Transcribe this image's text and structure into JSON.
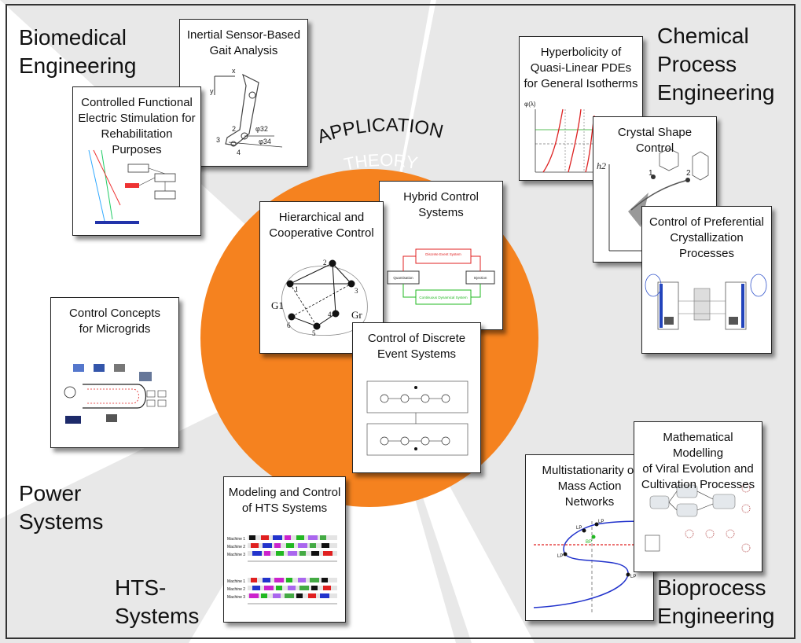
{
  "areas": {
    "biomedical": "Biomedical\nEngineering",
    "chemical": "Chemical\nProcess\nEngineering",
    "power": "Power\nSystems",
    "hts": "HTS-\nSystems",
    "bioprocess": "Bioprocess\nEngineering"
  },
  "center": {
    "application": "APPLICATION",
    "theory": "THEORY"
  },
  "cards": {
    "inertial": {
      "title": "Inertial Sensor-Based\nGait Analysis",
      "labels": [
        "x",
        "y",
        "2",
        "3",
        "4",
        "φ32",
        "φ34"
      ]
    },
    "fes": {
      "title": "Controlled Functional\nElectric Stimulation for\nRehabilitation Purposes"
    },
    "hyperbolicity": {
      "title": "Hyperbolicity of\nQuasi-Linear PDEs\nfor General Isotherms",
      "labels": [
        "φ(λ)"
      ]
    },
    "crystal_shape": {
      "title": "Crystal Shape\nControl",
      "labels": [
        "h2",
        "1",
        "2"
      ]
    },
    "preferential": {
      "title": "Control of Preferential\nCrystallization\nProcesses"
    },
    "hierarchical": {
      "title": "Hierarchical and\nCooperative Control",
      "labels": [
        "1",
        "2",
        "3",
        "4",
        "5",
        "6",
        "G1",
        "Gr"
      ]
    },
    "hybrid": {
      "title": "Hybrid Control\nSystems",
      "labels": [
        "Discrete Event System",
        "Quantisation",
        "Injection",
        "Continuous Dynamical System"
      ]
    },
    "discrete": {
      "title": "Control of Discrete\nEvent Systems"
    },
    "microgrids": {
      "title": "Control Concepts\nfor Microgrids"
    },
    "hts": {
      "title": "Modeling and Control\nof HTS Systems",
      "machines": [
        "Machine 1",
        "Machine 2",
        "Machine 3"
      ]
    },
    "multistationarity": {
      "title": "Multistationarity of\nMass Action\nNetworks",
      "labels": [
        "LP",
        "LP",
        "LP",
        "LP",
        "BP"
      ]
    },
    "viral": {
      "title": "Mathematical Modelling\nof Viral Evolution and\nCultivation Processes"
    }
  },
  "colors": {
    "orange": "#f5821f",
    "sector_gray": "#e8e8e8",
    "red": "#e02020",
    "green": "#22b822",
    "blue": "#2233cc"
  }
}
